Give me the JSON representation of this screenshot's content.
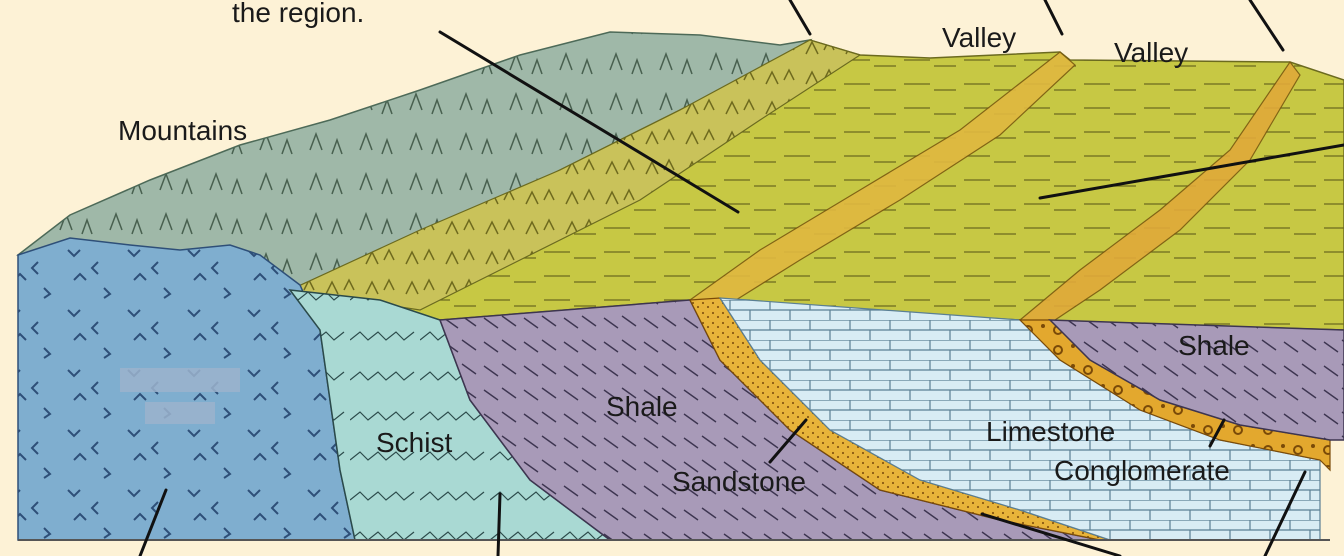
{
  "labels": {
    "intro_fragment": "the region.",
    "mountains": "Mountains",
    "valley_1": "Valley",
    "valley_2": "Valley",
    "schist": "Schist",
    "shale_left": "Shale",
    "shale_right": "Shale",
    "sandstone": "Sandstone",
    "limestone": "Limestone",
    "conglomerate": "Conglomerate"
  },
  "colors": {
    "background": "#fdf2d6",
    "granite": "#7faecf",
    "schist": "#a9d9d3",
    "shale": "#a89ab8",
    "sandstone": "#e8b43a",
    "limestone": "#d8ecf4",
    "mountains": "#9fb8a8",
    "ridges": "#c9c25a",
    "valley_floor": "#c7c844"
  }
}
